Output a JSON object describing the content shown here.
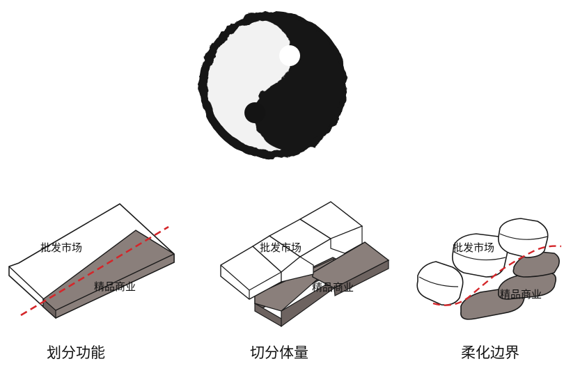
{
  "diagrams": [
    {
      "caption": "划分功能",
      "label_top": "批发市场",
      "label_bottom": "精品商业"
    },
    {
      "caption": "切分体量",
      "label_top": "批发市场",
      "label_bottom": "精品商业"
    },
    {
      "caption": "柔化边界",
      "label_top": "批发市场",
      "label_bottom": "精品商业"
    }
  ],
  "colors": {
    "white_block": "#ffffff",
    "grey_block": "#8a7f7b",
    "grey_side": "#6d6360",
    "outline": "#1a1a1a",
    "dashed_line": "#d4262a",
    "ink": "#141414"
  },
  "icon": "yin-yang-ink-icon"
}
